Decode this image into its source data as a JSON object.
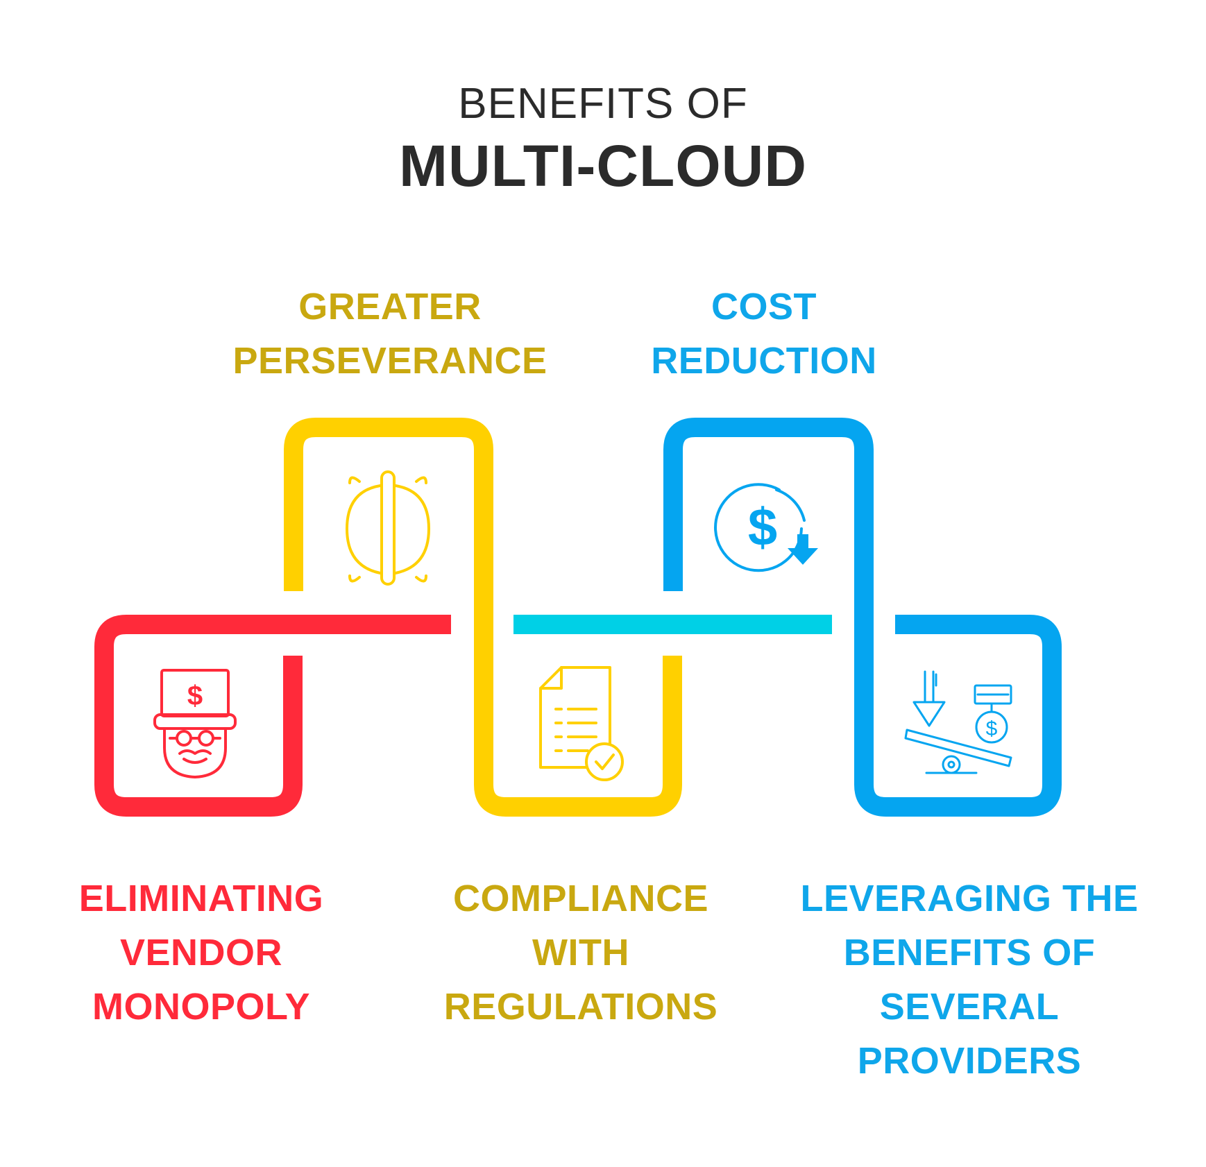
{
  "title": {
    "line1": "BENEFITS OF",
    "line2": "MULTI-CLOUD"
  },
  "colors": {
    "red": "#ff2a3a",
    "yellow": "#ffd000",
    "yellow_text": "#c9a810",
    "cyan": "#00d0e6",
    "blue": "#05a5f0",
    "blue_text": "#0fa6ea",
    "title": "#2b2b2b"
  },
  "benefits": [
    {
      "id": "vendor",
      "color": "red",
      "icon": "top-hat-tycoon-icon",
      "lines": [
        "ELIMINATING",
        "VENDOR",
        "MONOPOLY"
      ]
    },
    {
      "id": "perseverance",
      "color": "yellow",
      "icon": "resilience-bracket-icon",
      "lines": [
        "GREATER",
        "PERSEVERANCE"
      ]
    },
    {
      "id": "compliance",
      "color": "yellow",
      "icon": "checklist-document-icon",
      "lines": [
        "COMPLIANCE",
        "WITH",
        "REGULATIONS"
      ]
    },
    {
      "id": "cost",
      "color": "blue",
      "icon": "dollar-down-arrow-icon",
      "lines": [
        "COST",
        "REDUCTION"
      ]
    },
    {
      "id": "providers",
      "color": "blue",
      "icon": "seesaw-balance-icon",
      "lines": [
        "LEVERAGING THE",
        "BENEFITS OF",
        "SEVERAL",
        "PROVIDERS"
      ]
    }
  ]
}
